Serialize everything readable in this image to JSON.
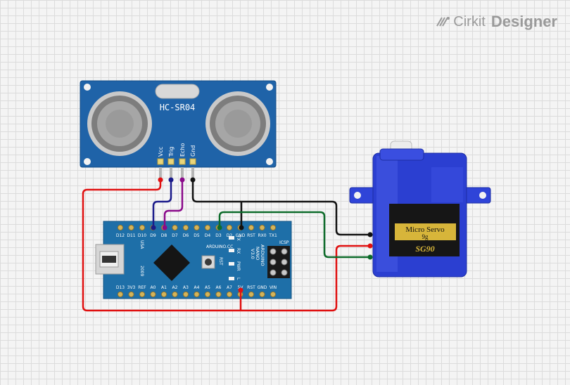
{
  "brand": {
    "name_part1": "Cirkit",
    "name_part2": "Designer",
    "logo_icon": "cirkit-logo-icon"
  },
  "sensor": {
    "model": "HC-SR04",
    "pins": [
      "Vcc",
      "Trig",
      "Echo",
      "Gnd"
    ]
  },
  "arduino": {
    "brand_text": "ARDUINO.CC",
    "board_name": "ARDUINO NANO V3.0",
    "board_name_line1": "ARDUINO",
    "board_name_line2": "NANO",
    "board_name_line3": "V3.0",
    "usa": "USA",
    "year": "2009",
    "rst_button": "RST",
    "icsp": "ICSP",
    "icsp_one": "1",
    "leds": [
      "TX",
      "RX",
      "PWR",
      "L"
    ],
    "top_pins": [
      "D12",
      "D11",
      "D10",
      "D9",
      "D8",
      "D7",
      "D6",
      "D5",
      "D4",
      "D3",
      "D2",
      "GND",
      "RST",
      "RX0",
      "TX1"
    ],
    "bottom_pins": [
      "D13",
      "3V3",
      "REF",
      "A0",
      "A1",
      "A2",
      "A3",
      "A4",
      "A5",
      "A6",
      "A7",
      "5V",
      "RST",
      "GND",
      "VIN"
    ]
  },
  "servo": {
    "label_line1": "Micro Servo",
    "label_line2": "9g",
    "model": "SG90"
  },
  "colors": {
    "red_wire": "#e01010",
    "black_wire": "#111111",
    "navy_wire": "#1a1a8a",
    "purple_wire": "#8a0a8a",
    "green_wire": "#0d6b2a",
    "board_blue": "#1e6fa8",
    "sensor_blue": "#1f63a8",
    "servo_blue": "#2b3fd1"
  }
}
